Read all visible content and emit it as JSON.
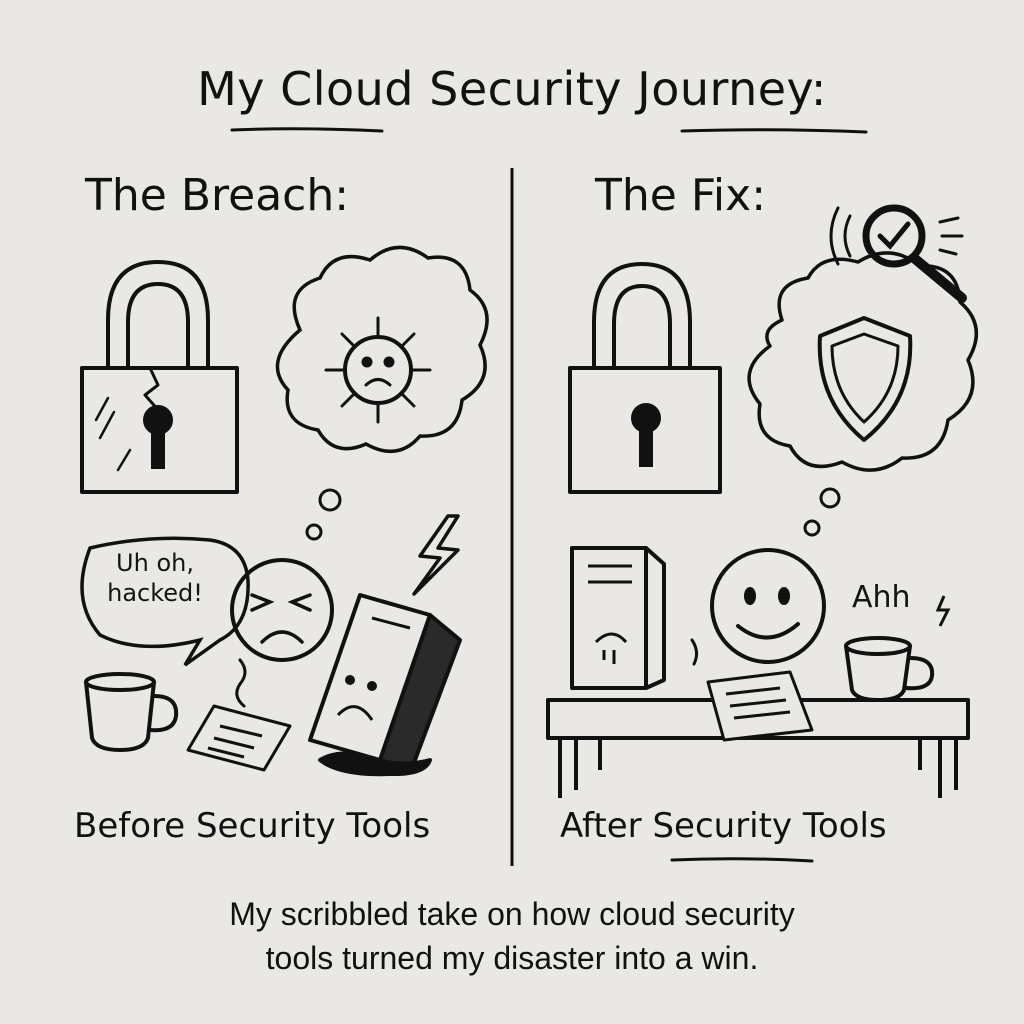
{
  "title": "My Cloud Security Journey:",
  "left_panel": {
    "heading": "The Breach:",
    "speech_bubble": [
      "Uh oh,",
      "hacked!"
    ],
    "caption": "Before Security Tools",
    "icons": [
      "broken-padlock-icon",
      "virus-icon",
      "angry-face-icon",
      "lightning-icon",
      "crashed-server-icon",
      "coffee-mug-icon",
      "paper-icon"
    ]
  },
  "right_panel": {
    "heading": "The Fix:",
    "exclamation": "Ahh",
    "caption": "After Security Tools",
    "icons": [
      "magnifier-check-icon",
      "padlock-icon",
      "shield-icon",
      "smiley-face-icon",
      "server-icon",
      "coffee-mug-icon",
      "desk-icon",
      "paper-icon"
    ]
  },
  "footer": {
    "line1": "My scribbled take on how cloud security",
    "line2": "tools turned my disaster into a win."
  }
}
